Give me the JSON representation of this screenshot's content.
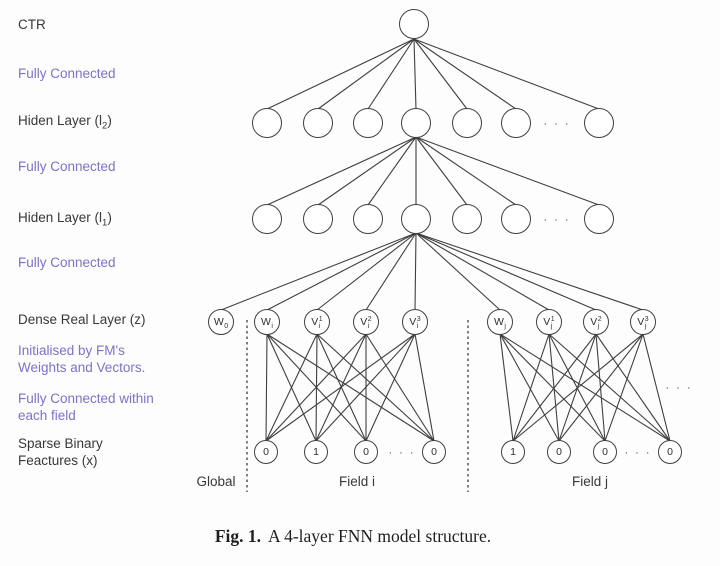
{
  "left_labels": {
    "ctr": "CTR",
    "fc_top": "Fully Connected",
    "hidden2_pre": "Hiden Layer (l",
    "hidden2_sub": "2",
    "hidden2_post": ")",
    "fc_mid": "Fully Connected",
    "hidden1_pre": "Hiden Layer (l",
    "hidden1_sub": "1",
    "hidden1_post": ")",
    "fc_bottom": "Fully Connected",
    "dense": "Dense Real Layer (z)",
    "init_line1": "Initialised by FM's",
    "init_line2": "Weights and Vectors.",
    "fc_field_line1": "Fully Connected within",
    "fc_field_line2": "each field",
    "sparse_line1": "Sparse Binary",
    "sparse_line2": "Feactures (x)"
  },
  "dense_nodes": [
    {
      "base": "W",
      "sub": "0",
      "sup": ""
    },
    {
      "base": "W",
      "sub": "i",
      "sup": ""
    },
    {
      "base": "V",
      "sub": "i",
      "sup": "1"
    },
    {
      "base": "V",
      "sub": "i",
      "sup": "2"
    },
    {
      "base": "V",
      "sub": "i",
      "sup": "3"
    },
    {
      "base": "W",
      "sub": "j",
      "sup": ""
    },
    {
      "base": "V",
      "sub": "j",
      "sup": "1"
    },
    {
      "base": "V",
      "sub": "j",
      "sup": "2"
    },
    {
      "base": "V",
      "sub": "j",
      "sup": "3"
    }
  ],
  "sparse_i": [
    "0",
    "1",
    "0",
    "0"
  ],
  "sparse_j": [
    "1",
    "0",
    "0",
    "0"
  ],
  "ellipsis": "· · ·",
  "group_labels": {
    "global": "Global",
    "field_i": "Field i",
    "field_j": "Field j"
  },
  "caption": {
    "tag": "Fig. 1.",
    "text": "A 4-layer FNN model structure."
  },
  "colors": {
    "accent_purple": "#7d72c6",
    "line": "#3f3f3f",
    "text": "#383838"
  }
}
